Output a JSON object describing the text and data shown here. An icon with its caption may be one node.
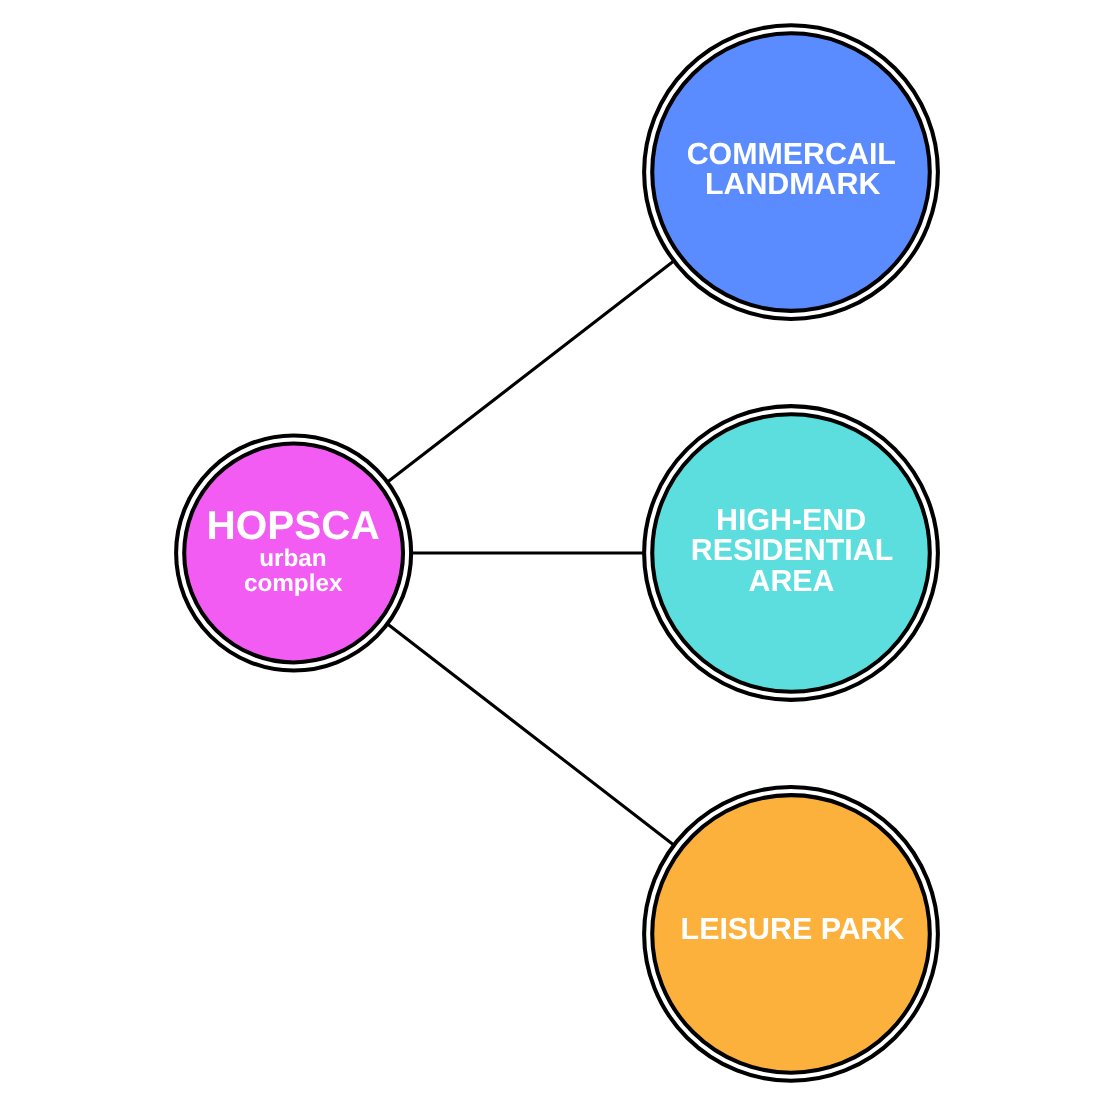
{
  "diagram": {
    "nodes": [
      {
        "text": [
          "HOPSCA",
          "urban complex"
        ]
      },
      {
        "text": [
          "COMMERCAIL LANDMARK"
        ]
      },
      {
        "text": [
          "HIGH-END RESIDENTIAL AREA"
        ]
      },
      {
        "text": [
          "LEISURE PARK"
        ]
      }
    ],
    "edges": [
      {
        "from": 0,
        "to": 1,
        "arrow": "none"
      },
      {
        "from": 0,
        "to": 2,
        "arrow": "none"
      },
      {
        "from": 0,
        "to": 3,
        "arrow": "none"
      }
    ]
  }
}
